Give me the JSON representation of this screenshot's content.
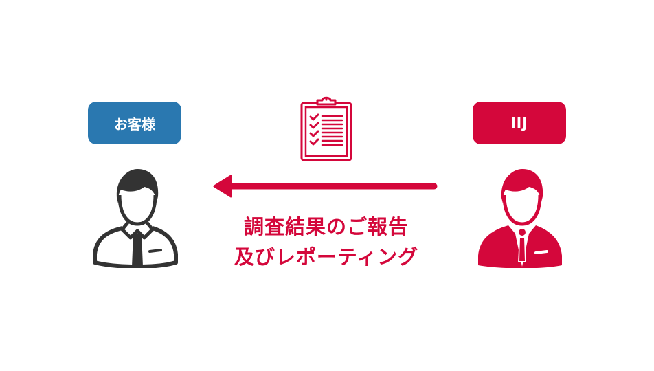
{
  "customer": {
    "label": "お客様",
    "color": "#2a78b0",
    "icon": "person-icon",
    "icon_color": "#333333"
  },
  "provider": {
    "label": "IIJ",
    "color": "#d4073b",
    "icon": "person-icon",
    "icon_color": "#d4073b"
  },
  "flow": {
    "icon": "clipboard-checklist-icon",
    "arrow": "arrow-left-icon",
    "arrow_color": "#d4073b",
    "caption_line1": "調査結果のご報告",
    "caption_line2": "及びレポーティング"
  }
}
